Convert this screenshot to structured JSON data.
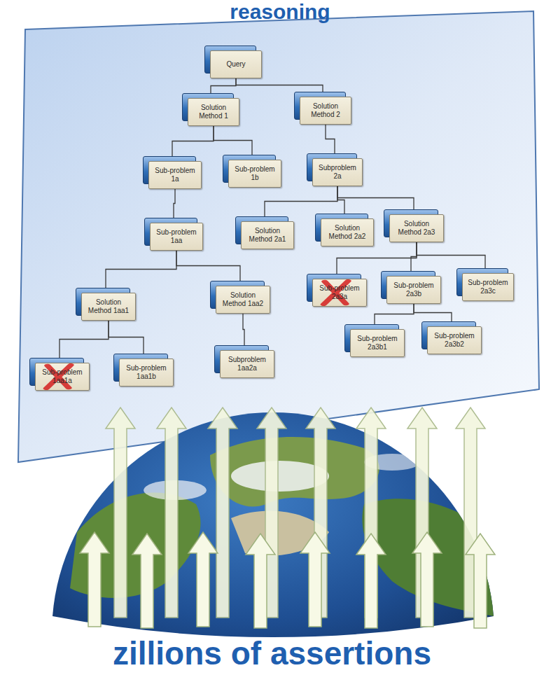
{
  "diagram": {
    "title": "reasoning",
    "caption": "zillions of assertions",
    "nodes": [
      {
        "text": [
          "Query"
        ]
      },
      {
        "text": [
          "Solution Method 1"
        ]
      },
      {
        "text": [
          "Solution Method 2"
        ]
      },
      {
        "text": [
          "Sub-problem 1a"
        ]
      },
      {
        "text": [
          "Sub-problem 1b"
        ]
      },
      {
        "text": [
          "Subproblem 2a"
        ]
      },
      {
        "text": [
          "Sub-problem 1aa"
        ]
      },
      {
        "text": [
          "Solution Method 2a1"
        ]
      },
      {
        "text": [
          "Solution Method 2a2"
        ]
      },
      {
        "text": [
          "Solution Method 2a3"
        ]
      },
      {
        "text": [
          "Solution Method 1aa1"
        ]
      },
      {
        "text": [
          "Solution Method 1aa2"
        ]
      },
      {
        "text": [
          "Sub-problem 2a3a"
        ]
      },
      {
        "text": [
          "Sub-problem 2a3b"
        ]
      },
      {
        "text": [
          "Sub-problem 2a3c"
        ]
      },
      {
        "text": [
          "Sub-problem 1aa1a"
        ]
      },
      {
        "text": [
          "Sub-problem 1aa1b"
        ]
      },
      {
        "text": [
          "Subproblem 1aa2a"
        ]
      },
      {
        "text": [
          "Sub-problem 2a3b1"
        ]
      },
      {
        "text": [
          "Sub-problem 2a3b2"
        ]
      }
    ],
    "edges": [
      {
        "from": 0,
        "to": 1,
        "arrow": "none"
      },
      {
        "from": 0,
        "to": 2,
        "arrow": "none"
      },
      {
        "from": 1,
        "to": 3,
        "arrow": "none"
      },
      {
        "from": 1,
        "to": 4,
        "arrow": "none"
      },
      {
        "from": 2,
        "to": 5,
        "arrow": "none"
      },
      {
        "from": 3,
        "to": 6,
        "arrow": "none"
      },
      {
        "from": 5,
        "to": 7,
        "arrow": "none"
      },
      {
        "from": 5,
        "to": 8,
        "arrow": "none"
      },
      {
        "from": 5,
        "to": 9,
        "arrow": "none"
      },
      {
        "from": 6,
        "to": 10,
        "arrow": "none"
      },
      {
        "from": 6,
        "to": 11,
        "arrow": "none"
      },
      {
        "from": 9,
        "to": 12,
        "arrow": "none"
      },
      {
        "from": 9,
        "to": 13,
        "arrow": "none"
      },
      {
        "from": 9,
        "to": 14,
        "arrow": "none"
      },
      {
        "from": 10,
        "to": 15,
        "arrow": "none"
      },
      {
        "from": 10,
        "to": 16,
        "arrow": "none"
      },
      {
        "from": 11,
        "to": 17,
        "arrow": "none"
      },
      {
        "from": 13,
        "to": 18,
        "arrow": "none"
      },
      {
        "from": 13,
        "to": 19,
        "arrow": "none"
      }
    ]
  }
}
